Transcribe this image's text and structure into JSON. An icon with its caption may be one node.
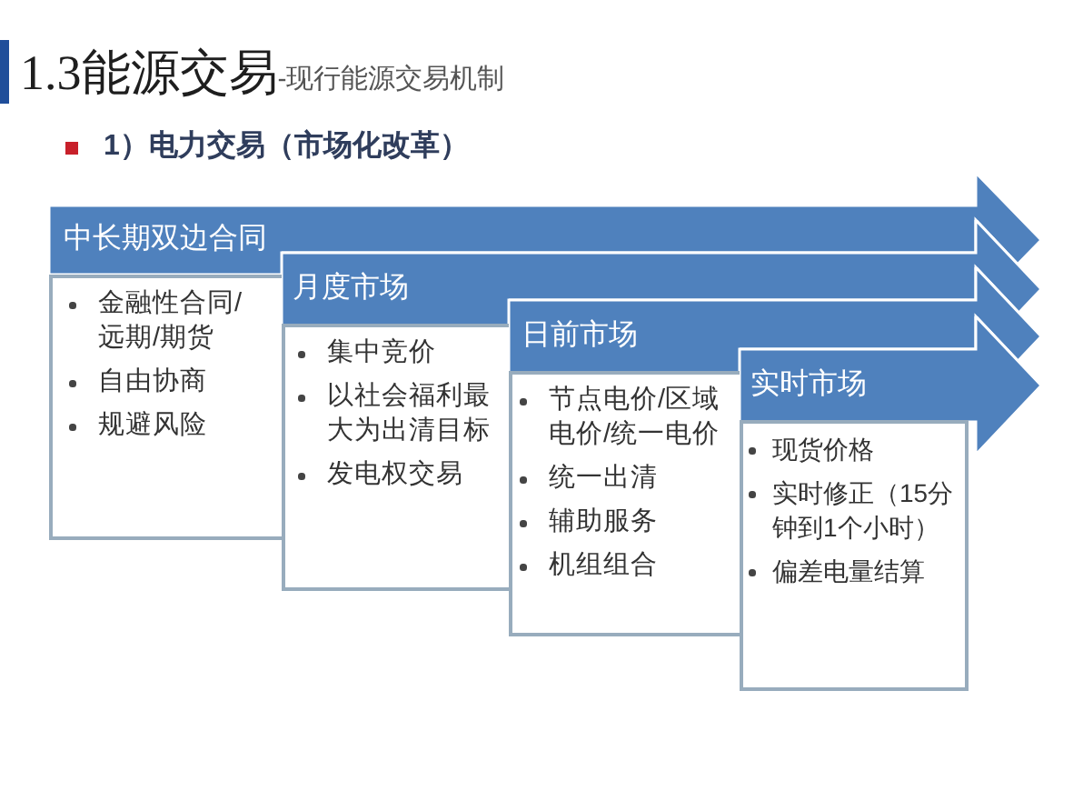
{
  "diagram": {
    "title": "1.3能源交易",
    "nodes": [
      {
        "text": [
          "中长期双边合同"
        ]
      },
      {
        "text": [
          "金融性合同/远期/期货",
          "自由协商",
          "规避风险"
        ]
      },
      {
        "text": [
          "月度市场"
        ]
      },
      {
        "text": [
          "集中竞价",
          "以社会福利最大为出清目标",
          "发电权交易"
        ]
      },
      {
        "text": [
          "日前市场"
        ]
      },
      {
        "text": [
          "节点电价/区域电价/统一电价",
          "统一出清",
          "辅助服务",
          "机组组合"
        ]
      },
      {
        "text": [
          "实时市场"
        ]
      },
      {
        "text": [
          "现货价格",
          "实时修正（15分钟到1个小时）",
          "偏差电量结算"
        ]
      }
    ],
    "labels": [
      "-现行能源交易机制",
      "1）电力交易（市场化改革）"
    ]
  }
}
